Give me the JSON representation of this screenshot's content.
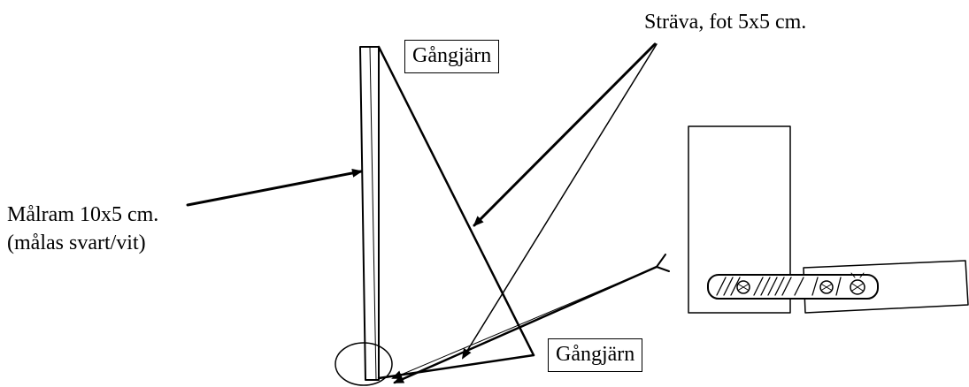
{
  "labels": {
    "hinge_top": "Gångjärn",
    "hinge_bottom": "Gångjärn",
    "strut": "Sträva, fot 5x5 cm.",
    "frame_line1": "Målram 10x5 cm.",
    "frame_line2": "(målas svart/vit)"
  },
  "colors": {
    "ink": "#000000",
    "paper": "#ffffff"
  }
}
